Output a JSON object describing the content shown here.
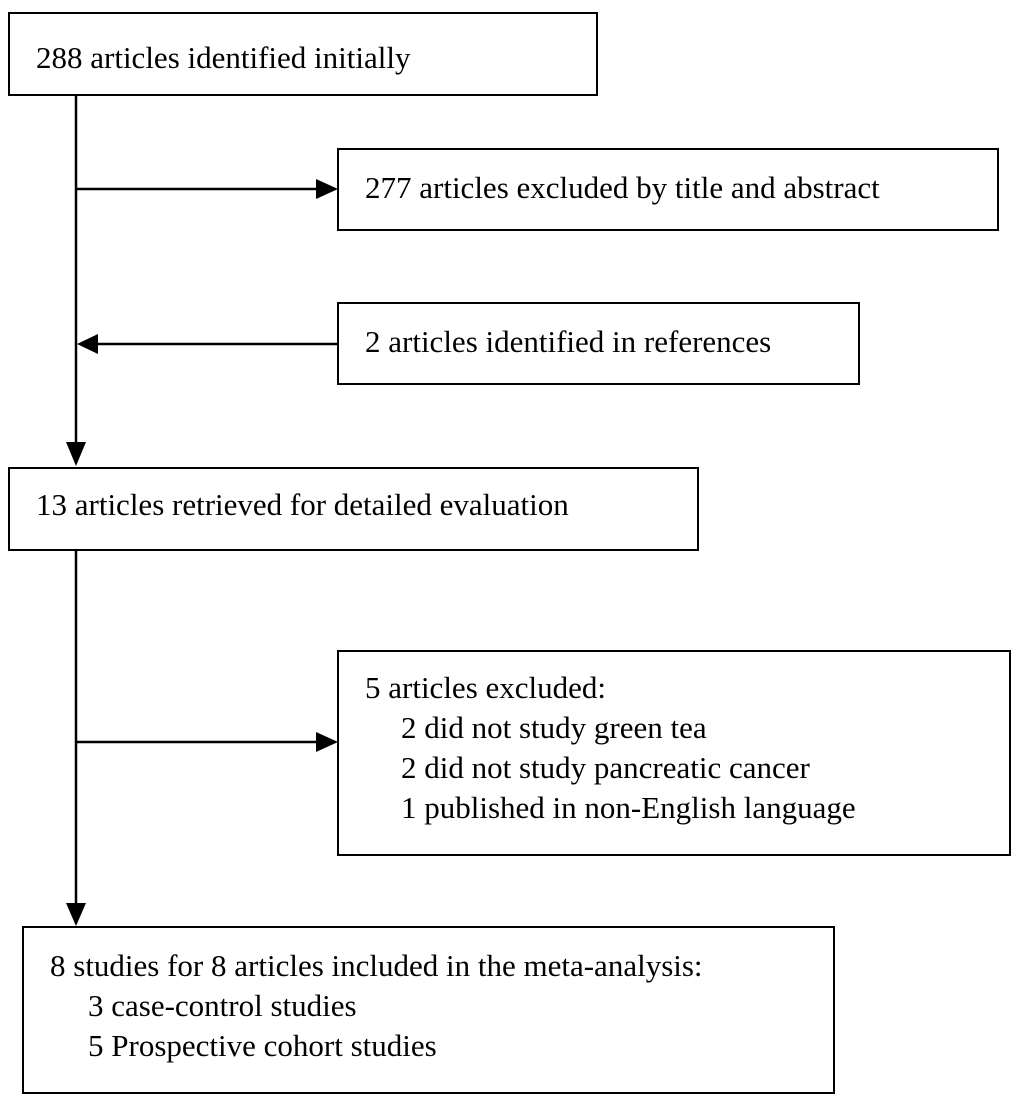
{
  "flowchart": {
    "initial": {
      "text": "288 articles identified initially"
    },
    "excluded_title": {
      "text": "277 articles excluded by title and abstract"
    },
    "references": {
      "text": "2 articles identified in references"
    },
    "retrieved": {
      "text": "13 articles retrieved for detailed evaluation"
    },
    "excluded_detail": {
      "heading": "5 articles excluded:",
      "reasons": [
        "2 did not study green tea",
        "2 did not study pancreatic cancer",
        "1 published in non-English language"
      ]
    },
    "included": {
      "heading": "8 studies for 8 articles included in the meta-analysis:",
      "types": [
        "3 case-control studies",
        "5 Prospective cohort studies"
      ]
    }
  }
}
